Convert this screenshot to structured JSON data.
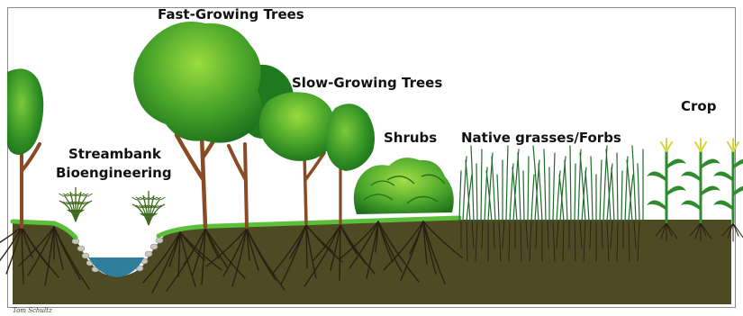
{
  "labels": {
    "fast_growing_trees": "Fast-Growing Trees",
    "slow_growing_trees": "Slow-Growing Trees",
    "streambank_line1": "Streambank",
    "streambank_line2": "Bioengineering",
    "shrubs": "Shrubs",
    "native_grasses": "Native grasses/Forbs",
    "crop": "Crop"
  },
  "credit": "Tom Schultz",
  "colors": {
    "soil": "#4e4a24",
    "soil_dark": "#3d3a1c",
    "root": "#2b1f12",
    "grass_edge": "#5bbf3a",
    "water": "#2e7e9c",
    "trunk": "#8a4a24",
    "leaf_dark": "#1f7a1f",
    "leaf_mid": "#3a9a26",
    "leaf_light": "#8ed13a",
    "corn": "#2e8b2e",
    "tassel": "#d7d63a",
    "frame": "#8a8a8a"
  }
}
